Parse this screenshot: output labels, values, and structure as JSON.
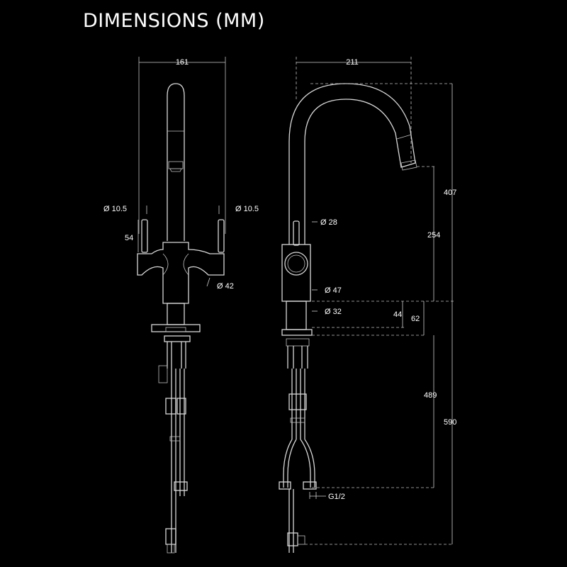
{
  "title": "DIMENSIONS (MM)",
  "front_view": {
    "width": "161",
    "handle_diameter_left": "Ø 10.5",
    "handle_diameter_right": "Ø 10.5",
    "handle_height": "54",
    "body_diameter": "Ø 42"
  },
  "side_view": {
    "reach": "211",
    "spout_height": "407",
    "handle_to_outlet": "254",
    "handle_diameter": "Ø 28",
    "body_diameter": "Ø 47",
    "base_diameter": "Ø 32",
    "base_height_a": "44",
    "base_height_b": "62",
    "hose_length": "489",
    "total_below": "590",
    "thread": "G1/2"
  }
}
